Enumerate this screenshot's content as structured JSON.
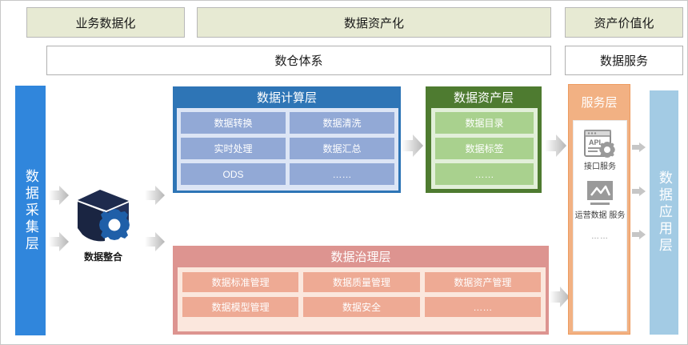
{
  "top_bands": [
    {
      "label": "业务数据化",
      "name": "band-business-datafication"
    },
    {
      "label": "数据资产化",
      "name": "band-data-assetization"
    },
    {
      "label": "资产价值化",
      "name": "band-asset-valuation"
    }
  ],
  "sub_bands": [
    {
      "label": "数仓体系",
      "name": "subband-data-warehouse-system"
    },
    {
      "label": "数据服务",
      "name": "subband-data-service"
    }
  ],
  "left_pillar": {
    "label": "数据采集层",
    "color": "#3086dc"
  },
  "right_pillar": {
    "label": "数据应用层",
    "color": "#a3cbe4"
  },
  "integrate": {
    "label": "数据整合",
    "icon": "cube-gear-icon"
  },
  "layers": {
    "compute": {
      "title": "数据计算层",
      "header_color": "#2e75b6",
      "panel_color": "#dce5f5",
      "chip_color": "#92a9d6",
      "items": [
        "数据转换",
        "数据清洗",
        "实时处理",
        "数据汇总",
        "ODS",
        "……"
      ]
    },
    "asset": {
      "title": "数据资产层",
      "header_color": "#4e7b30",
      "panel_color": "#e2efd9",
      "chip_color": "#a9d18e",
      "items": [
        "数据目录",
        "数据标签",
        "……"
      ]
    },
    "governance": {
      "title": "数据治理层",
      "header_color": "#dd9490",
      "panel_color": "#fbe7dd",
      "chip_color": "#eeaa94",
      "items": [
        "数据标准管理",
        "数据质量管理",
        "数据资产管理",
        "数据模型管理",
        "数据安全",
        "……"
      ]
    },
    "service": {
      "title": "服务层",
      "header_color": "#f2b183",
      "items": [
        {
          "label": "接口服务",
          "icon": "api-window-gear-icon"
        },
        {
          "label": "运营数据\n服务",
          "icon": "monitor-chart-icon"
        }
      ],
      "more": "……"
    }
  }
}
